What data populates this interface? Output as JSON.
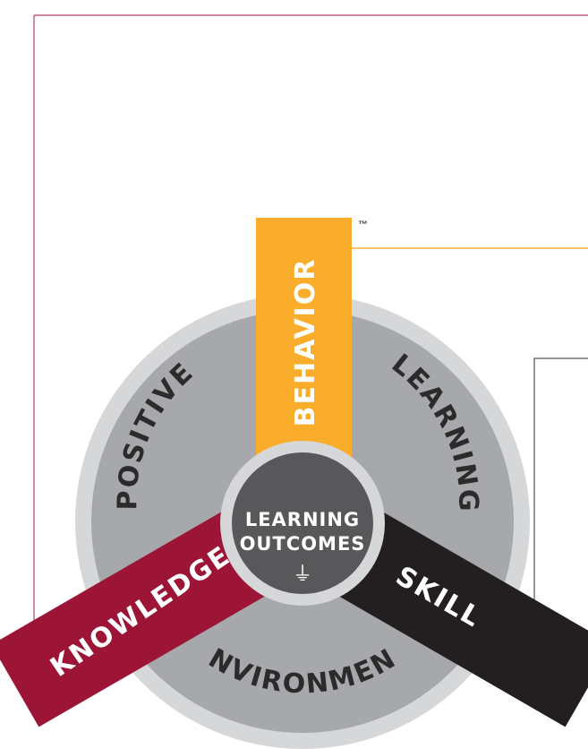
{
  "diagram": {
    "trademark": "™",
    "arc_labels": {
      "positive": "POSITIVE",
      "learning": "LEARNING",
      "environment": "ENVIRONMENT"
    },
    "spokes": {
      "behavior": "BEHAVIOR",
      "knowledge": "KNOWLEDGE",
      "skill": "SKILL"
    },
    "center": {
      "line1": "LEARNING",
      "line2": "OUTCOMES",
      "symbol": "⏚"
    },
    "colors": {
      "border_accent": "#b3415d",
      "behavior": "#f9ad2a",
      "knowledge": "#9c1537",
      "skill": "#231f20",
      "ring_outer": "#d6d7d9",
      "ring_inner": "#a6a8ab",
      "hub": "#58585a",
      "gold_line": "#f6b13e"
    }
  }
}
